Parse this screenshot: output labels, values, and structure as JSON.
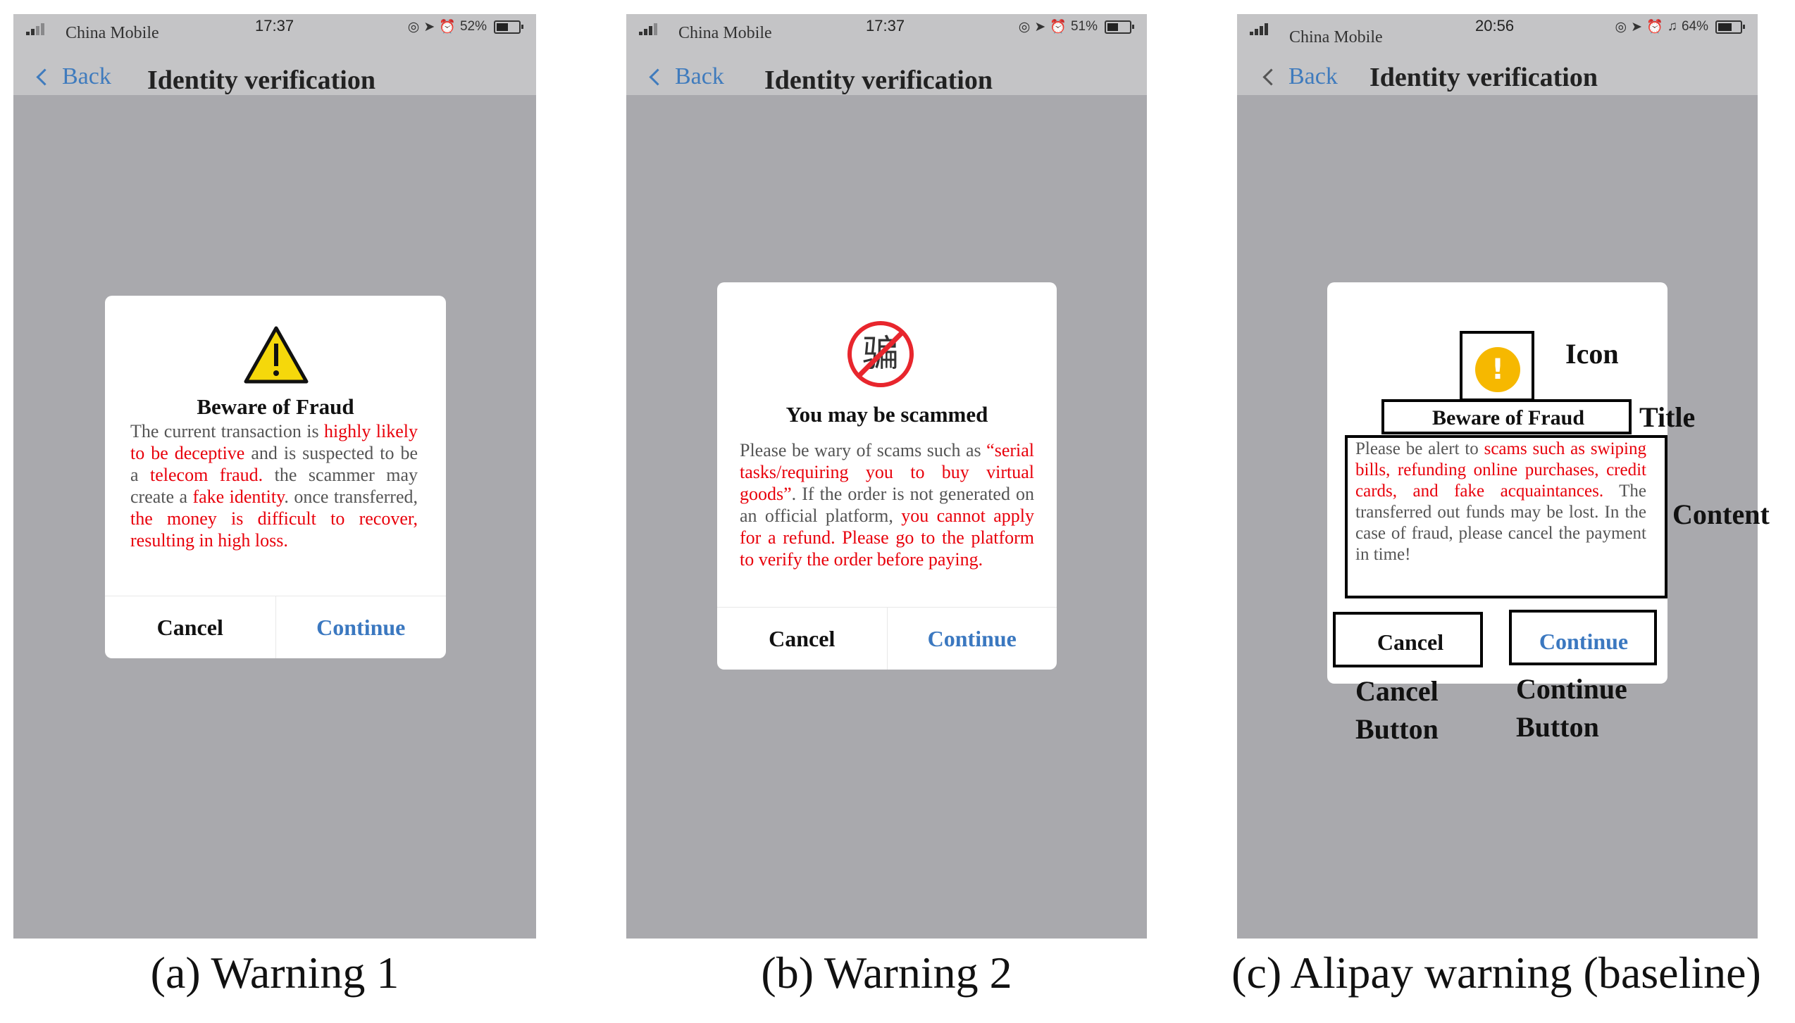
{
  "panels": {
    "a": {
      "status": {
        "carrier": "China Mobile",
        "time": "17:37",
        "battery": "52%",
        "battery_level": 0.52
      },
      "nav": {
        "back_label": "Back",
        "title": "Identity verification"
      },
      "dialog": {
        "icon": "warning-triangle-icon",
        "title": "Beware of Fraud",
        "body": [
          {
            "text": "The current transaction is ",
            "hl": false
          },
          {
            "text": "highly likely to be deceptive",
            "hl": true
          },
          {
            "text": " and is suspected to be a ",
            "hl": false
          },
          {
            "text": "telecom fraud.",
            "hl": true
          },
          {
            "text": " the scammer may create a ",
            "hl": false
          },
          {
            "text": "fake identity",
            "hl": true
          },
          {
            "text": ". once transferred, ",
            "hl": false
          },
          {
            "text": "the money is difficult to recover, resulting in high loss.",
            "hl": true
          }
        ],
        "cancel_label": "Cancel",
        "continue_label": "Continue"
      },
      "caption": "(a) Warning 1"
    },
    "b": {
      "status": {
        "carrier": "China Mobile",
        "time": "17:37",
        "battery": "51%",
        "battery_level": 0.51
      },
      "nav": {
        "back_label": "Back",
        "title": "Identity verification"
      },
      "dialog": {
        "icon": "no-scam-prohibited-icon",
        "icon_glyph": "骗",
        "title": "You may be scammed",
        "body": [
          {
            "text": "Please be wary of scams such as ",
            "hl": false
          },
          {
            "text": "“serial tasks/requiring you to buy virtual goods”",
            "hl": true
          },
          {
            "text": ". If the order is not generated on an official platform, ",
            "hl": false
          },
          {
            "text": "you cannot apply for a refund. Please go to the platform to verify the order before paying.",
            "hl": true
          }
        ],
        "cancel_label": "Cancel",
        "continue_label": "Continue"
      },
      "caption": "(b) Warning 2"
    },
    "c": {
      "status": {
        "carrier": "China Mobile",
        "time": "20:56",
        "battery": "64%",
        "battery_level": 0.64
      },
      "nav": {
        "back_label": "Back",
        "title": "Identity verification"
      },
      "dialog": {
        "icon": "exclamation-circle-icon",
        "icon_glyph": "!",
        "title": "Beware of Fraud",
        "body": [
          {
            "text": "Please be alert to ",
            "hl": false
          },
          {
            "text": "scams such as swiping bills, refunding online purchases, credit cards, and fake acquaintances.",
            "hl": true
          },
          {
            "text": " The transferred out funds may be lost. In the case of fraud, please cancel the payment in time!",
            "hl": false
          }
        ],
        "cancel_label": "Cancel",
        "continue_label": "Continue"
      },
      "annotations": {
        "icon": "Icon",
        "title": "Title",
        "content": "Content",
        "cancel_button": "Cancel\nButton",
        "continue_button": "Continue\nButton"
      },
      "caption": "(c) Alipay warning (baseline)"
    }
  },
  "colors": {
    "highlight": "#e8000b",
    "link_blue": "#3b78c0",
    "backdrop": "#a9a9ad",
    "warning_yellow": "#f5d80b",
    "alipay_yellow": "#f6b800",
    "prohibit_red": "#e8262d"
  }
}
